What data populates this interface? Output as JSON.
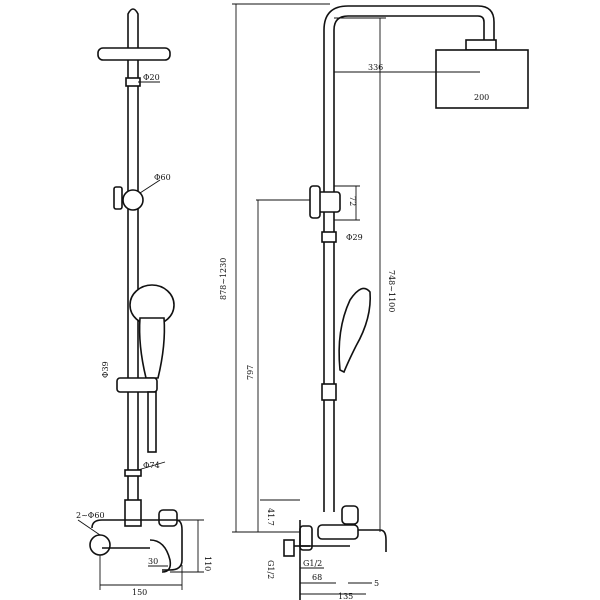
{
  "drawing": {
    "dimensions": {
      "d20": "Φ20",
      "d60_top": "Φ60",
      "d39": "Φ39",
      "d74": "Φ74",
      "d2x60": "2~Φ60",
      "w150": "150",
      "h110": "110",
      "d30": "30",
      "w336": "336",
      "w200": "200",
      "d72": "72",
      "d29": "Φ29",
      "h878": "878~1230",
      "h748": "748~1100",
      "h797": "797",
      "d41": "41.7",
      "g12a": "G1/2",
      "g12b": "G1/2",
      "w68": "68",
      "w135": "135",
      "d5": "5"
    }
  }
}
